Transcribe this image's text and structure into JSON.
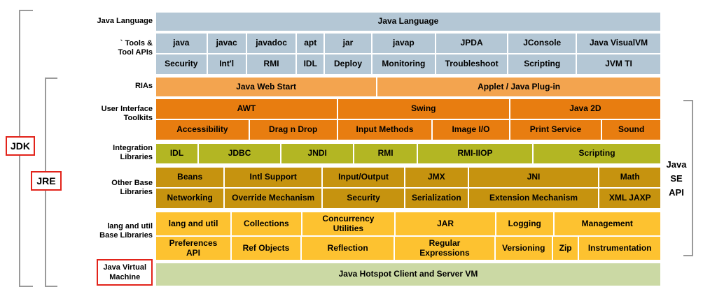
{
  "palette": {
    "blue": "#b4c7d5",
    "orange_light": "#f3a44f",
    "orange_dark": "#e87d10",
    "olive": "#b3b623",
    "gold_dark": "#c6930f",
    "gold": "#fdc230",
    "green": "#cbd9a4",
    "red_box": "#e2231a",
    "bracket_gray": "#9a9a9a"
  },
  "annotations": {
    "jdk": "JDK",
    "jre": "JRE",
    "java_se_api": "Java\nSE\nAPI"
  },
  "row_labels": [
    {
      "id": "java-language",
      "text": "Java Language"
    },
    {
      "id": "tools",
      "text": "` Tools &\nTool APIs"
    },
    {
      "id": "rias",
      "text": "RIAs"
    },
    {
      "id": "ui-toolkits",
      "text": "User Interface\nToolkits"
    },
    {
      "id": "integration",
      "text": "Integration\nLibraries"
    },
    {
      "id": "other-base",
      "text": "Other Base\nLibraries"
    },
    {
      "id": "lang-util",
      "text": "lang and util\nBase Libraries"
    },
    {
      "id": "jvm",
      "text": "Java Virtual\nMachine",
      "boxed": true
    }
  ],
  "grid": {
    "groups": [
      {
        "name": "java-language",
        "color": "blue",
        "rows": [
          [
            {
              "t": "Java Language",
              "f": 710
            }
          ]
        ]
      },
      {
        "name": "tools",
        "color": "blue",
        "rows": [
          [
            {
              "t": "java",
              "f": 72
            },
            {
              "t": "javac",
              "f": 54
            },
            {
              "t": "javadoc",
              "f": 70
            },
            {
              "t": "apt",
              "f": 37
            },
            {
              "t": "jar",
              "f": 66
            },
            {
              "t": "javap",
              "f": 90
            },
            {
              "t": "JPDA",
              "f": 103
            },
            {
              "t": "JConsole",
              "f": 97
            },
            {
              "t": "Java VisualVM",
              "f": 121
            }
          ],
          [
            {
              "t": "Security",
              "f": 72
            },
            {
              "t": "Int'l",
              "f": 54
            },
            {
              "t": "RMI",
              "f": 70
            },
            {
              "t": "IDL",
              "f": 37
            },
            {
              "t": "Deploy",
              "f": 66
            },
            {
              "t": "Monitoring",
              "f": 90
            },
            {
              "t": "Troubleshoot",
              "f": 103
            },
            {
              "t": "Scripting",
              "f": 97
            },
            {
              "t": "JVM TI",
              "f": 121
            }
          ]
        ]
      },
      {
        "name": "rias",
        "color": "orange_light",
        "rows": [
          [
            {
              "t": "Java Web Start",
              "f": 314
            },
            {
              "t": "Applet / Java Plug-in",
              "f": 404
            }
          ]
        ]
      },
      {
        "name": "ui-toolkits",
        "color": "orange_dark",
        "rows": [
          [
            {
              "t": "AWT",
              "f": 258
            },
            {
              "t": "Swing",
              "f": 244
            },
            {
              "t": "Java 2D",
              "f": 214
            }
          ],
          [
            {
              "t": "Accessibility",
              "f": 132
            },
            {
              "t": "Drag n Drop",
              "f": 124
            },
            {
              "t": "Input Methods",
              "f": 134
            },
            {
              "t": "Image I/O",
              "f": 108
            },
            {
              "t": "Print Service",
              "f": 130
            },
            {
              "t": "Sound",
              "f": 82
            }
          ]
        ]
      },
      {
        "name": "integration",
        "color": "olive",
        "rows": [
          [
            {
              "t": "IDL",
              "f": 58
            },
            {
              "t": "JDBC",
              "f": 116
            },
            {
              "t": "JNDI",
              "f": 102
            },
            {
              "t": "RMI",
              "f": 88
            },
            {
              "t": "RMI-IIOP",
              "f": 164
            },
            {
              "t": "Scripting",
              "f": 182
            }
          ]
        ]
      },
      {
        "name": "other-base",
        "color": "gold_dark",
        "rows": [
          [
            {
              "t": "Beans",
              "f": 96
            },
            {
              "t": "Intl Support",
              "f": 138
            },
            {
              "t": "Input/Output",
              "f": 116
            },
            {
              "t": "JMX",
              "f": 88
            },
            {
              "t": "JNI",
              "f": 186
            },
            {
              "t": "Math",
              "f": 86
            }
          ],
          [
            {
              "t": "Networking",
              "f": 96
            },
            {
              "t": "Override Mechanism",
              "f": 138
            },
            {
              "t": "Security",
              "f": 116
            },
            {
              "t": "Serialization",
              "f": 88
            },
            {
              "t": "Extension Mechanism",
              "f": 186
            },
            {
              "t": "XML JAXP",
              "f": 86
            }
          ]
        ]
      },
      {
        "name": "lang-util",
        "color": "gold",
        "rows": [
          [
            {
              "t": "lang and util",
              "f": 106
            },
            {
              "t": "Collections",
              "f": 98
            },
            {
              "t": "Concurrency\nUtilities",
              "f": 132
            },
            {
              "t": "JAR",
              "f": 142
            },
            {
              "t": "Logging",
              "f": 80
            },
            {
              "t": "Management",
              "f": 152
            }
          ],
          [
            {
              "t": "Preferences\nAPI",
              "f": 106
            },
            {
              "t": "Ref Objects",
              "f": 98
            },
            {
              "t": "Reflection",
              "f": 132
            },
            {
              "t": "Regular\nExpressions",
              "f": 142
            },
            {
              "t": "Versioning",
              "f": 80
            },
            {
              "t": "Zip",
              "f": 34
            },
            {
              "t": "Instrumentation",
              "f": 116
            }
          ]
        ]
      },
      {
        "name": "jvm",
        "color": "green",
        "rows": [
          [
            {
              "t": "Java Hotspot Client and Server VM",
              "f": 710
            }
          ]
        ]
      }
    ]
  }
}
